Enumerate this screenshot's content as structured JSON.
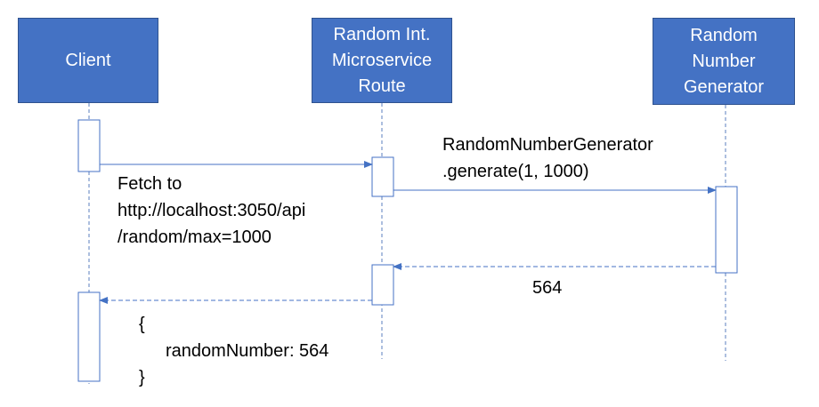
{
  "participants": {
    "client": {
      "lines": [
        "Client"
      ]
    },
    "route": {
      "lines": [
        "Random Int.",
        "Microservice",
        "Route"
      ]
    },
    "generator": {
      "lines": [
        "Random",
        "Number",
        "Generator"
      ]
    }
  },
  "messages": {
    "fetch": [
      "Fetch to",
      "http://localhost:3050/api",
      "/random/max=1000"
    ],
    "generate": [
      "RandomNumberGenerator",
      ".generate(1, 1000)"
    ],
    "return_value": "564",
    "response_body": [
      "{",
      "randomNumber: 564",
      "}"
    ]
  },
  "colors": {
    "actor_fill": "#4472c4",
    "actor_border": "#2f528f",
    "actor_text": "#ffffff",
    "arrow": "#4472c4",
    "lifeline": "#5b7fbf"
  }
}
